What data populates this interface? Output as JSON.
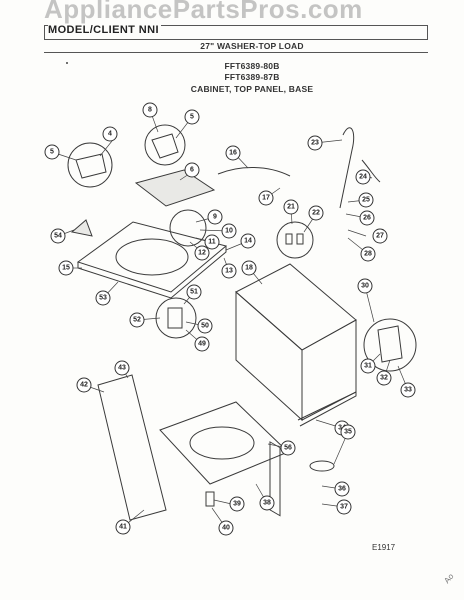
{
  "header": {
    "watermark": "AppliancePartsPros.com",
    "model_label": "MODEL/CLIENT NNI",
    "lines": [
      "27\" WASHER-TOP LOAD",
      "FFT6389-80B",
      "FFT6389-87B",
      "CABINET, TOP PANEL, BASE"
    ]
  },
  "diagram_code": "E1917",
  "corner_mark": "Ao",
  "callouts": [
    {
      "id": "c4",
      "label": "4"
    },
    {
      "id": "c5a",
      "label": "5"
    },
    {
      "id": "c5b",
      "label": "5"
    },
    {
      "id": "c6",
      "label": "6"
    },
    {
      "id": "c8",
      "label": "8"
    },
    {
      "id": "c9",
      "label": "9"
    },
    {
      "id": "c10",
      "label": "10"
    },
    {
      "id": "c11",
      "label": "11"
    },
    {
      "id": "c12",
      "label": "12"
    },
    {
      "id": "c13",
      "label": "13"
    },
    {
      "id": "c14",
      "label": "14"
    },
    {
      "id": "c15",
      "label": "15"
    },
    {
      "id": "c16",
      "label": "16"
    },
    {
      "id": "c17",
      "label": "17"
    },
    {
      "id": "c18",
      "label": "18"
    },
    {
      "id": "c21",
      "label": "21"
    },
    {
      "id": "c22",
      "label": "22"
    },
    {
      "id": "c23",
      "label": "23"
    },
    {
      "id": "c24",
      "label": "24"
    },
    {
      "id": "c25",
      "label": "25"
    },
    {
      "id": "c26",
      "label": "26"
    },
    {
      "id": "c27",
      "label": "27"
    },
    {
      "id": "c28",
      "label": "28"
    },
    {
      "id": "c30",
      "label": "30"
    },
    {
      "id": "c31",
      "label": "31"
    },
    {
      "id": "c32",
      "label": "32"
    },
    {
      "id": "c33",
      "label": "33"
    },
    {
      "id": "c34",
      "label": "34"
    },
    {
      "id": "c35",
      "label": "35"
    },
    {
      "id": "c36",
      "label": "36"
    },
    {
      "id": "c37",
      "label": "37"
    },
    {
      "id": "c38",
      "label": "38"
    },
    {
      "id": "c39",
      "label": "39"
    },
    {
      "id": "c40",
      "label": "40"
    },
    {
      "id": "c41",
      "label": "41"
    },
    {
      "id": "c42",
      "label": "42"
    },
    {
      "id": "c43",
      "label": "43"
    },
    {
      "id": "c49",
      "label": "49"
    },
    {
      "id": "c50",
      "label": "50"
    },
    {
      "id": "c51",
      "label": "51"
    },
    {
      "id": "c52",
      "label": "52"
    },
    {
      "id": "c53",
      "label": "53"
    },
    {
      "id": "c54",
      "label": "54"
    },
    {
      "id": "c56",
      "label": "56"
    }
  ]
}
